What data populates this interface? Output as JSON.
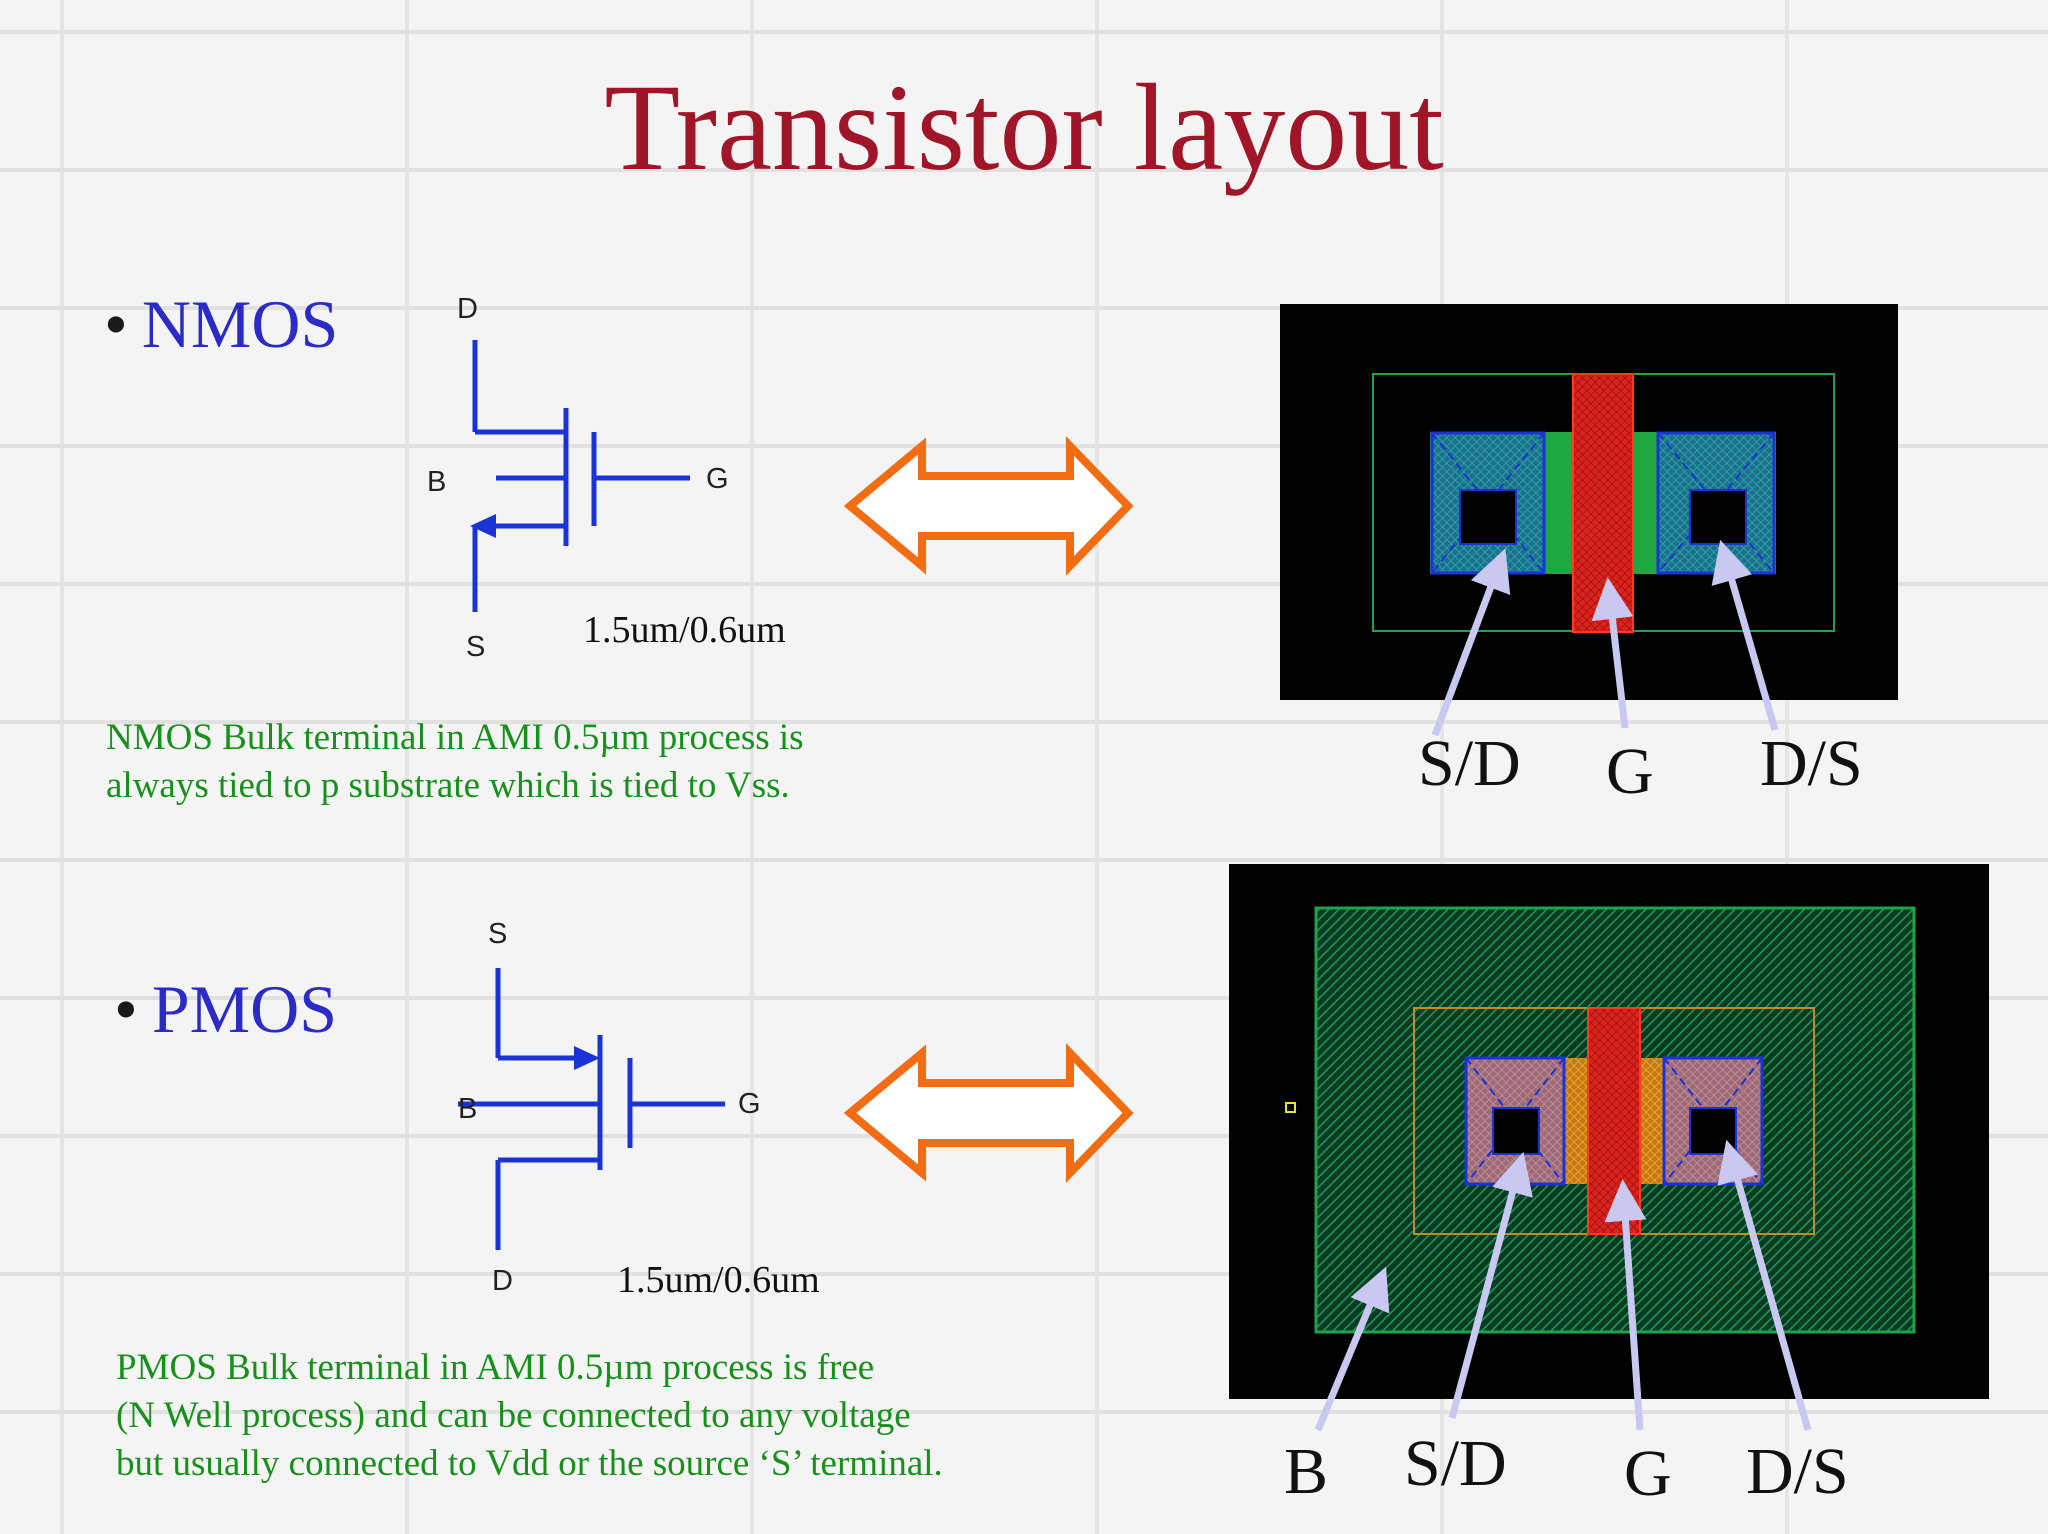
{
  "title": "Transistor layout",
  "nmos": {
    "bullet": "•",
    "label": "NMOS",
    "symbol": {
      "d": "D",
      "b": "B",
      "g": "G",
      "s": "S"
    },
    "size": "1.5um/0.6um",
    "note_lines": [
      "NMOS Bulk terminal in AMI 0.5µm process is",
      "always tied to p substrate which is tied to Vss."
    ],
    "layout_labels": {
      "sd": "S/D",
      "g": "G",
      "ds": "D/S"
    }
  },
  "pmos": {
    "bullet": "•",
    "label": "PMOS",
    "symbol": {
      "s": "S",
      "b": "B",
      "g": "G",
      "d": "D"
    },
    "size": "1.5um/0.6um",
    "note_lines": [
      "PMOS Bulk terminal in AMI 0.5µm process is free",
      "(N Well process) and can be connected to any voltage",
      "but usually connected to Vdd or the source ‘S’ terminal."
    ],
    "layout_labels": {
      "b": "B",
      "sd": "S/D",
      "g": "G",
      "ds": "D/S"
    }
  },
  "colors": {
    "title": "#a01528",
    "bullet_text": "#2b2bc8",
    "note_text": "#18901c",
    "symbol_lines": "#1a33d6",
    "double_arrow": "#f26c14",
    "pointer_arrows": "#c8c8f0"
  }
}
